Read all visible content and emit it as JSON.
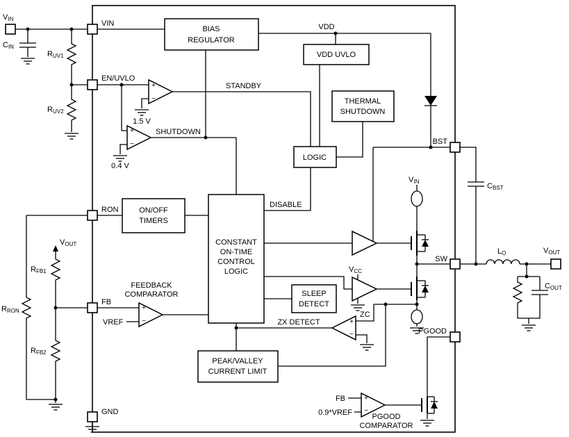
{
  "diagram": {
    "pins": {
      "vin": "VIN",
      "en_uvlo": "EN/UVLO",
      "ron": "RON",
      "fb": "FB",
      "gnd": "GND",
      "bst": "BST",
      "sw": "SW",
      "pgood": "PGOOD"
    },
    "blocks": {
      "bias1": "BIAS",
      "bias2": "REGULATOR",
      "vdd_uvlo": "VDD UVLO",
      "thermal1": "THERMAL",
      "thermal2": "SHUTDOWN",
      "logic": "LOGIC",
      "timers1": "ON/OFF",
      "timers2": "TIMERS",
      "cot1": "CONSTANT",
      "cot2": "ON-TIME",
      "cot3": "CONTROL",
      "cot4": "LOGIC",
      "sleep1": "SLEEP",
      "sleep2": "DETECT",
      "ilim1": "PEAK/VALLEY",
      "ilim2": "CURRENT LIMIT"
    },
    "signals": {
      "vdd": "VDD",
      "standby": "STANDBY",
      "shutdown": "SHUTDOWN",
      "disable": "DISABLE",
      "zc": "ZC",
      "vref": "VREF",
      "fb": "FB",
      "vref_09": "0.9*VREF",
      "ref_1v5": "1.5 V",
      "ref_0v4": "0.4 V"
    },
    "captions": {
      "fbcomp1": "FEEDBACK",
      "fbcomp2": "COMPARATOR",
      "zx": "ZX DETECT",
      "pgcomp1": "PGOOD",
      "pgcomp2": "COMPARATOR"
    },
    "components": {
      "vin_term": {
        "main": "V",
        "sub": "IN"
      },
      "cin": {
        "main": "C",
        "sub": "IN"
      },
      "ruv1": {
        "main": "R",
        "sub": "UV1"
      },
      "ruv2": {
        "main": "R",
        "sub": "UV2"
      },
      "rron": {
        "main": "R",
        "sub": "RON"
      },
      "rfb1": {
        "main": "R",
        "sub": "FB1"
      },
      "rfb2": {
        "main": "R",
        "sub": "FB2"
      },
      "vout_tap": {
        "main": "V",
        "sub": "OUT"
      },
      "vin_src": {
        "main": "V",
        "sub": "IN"
      },
      "vcc": {
        "main": "V",
        "sub": "CC"
      },
      "cbst": {
        "main": "C",
        "sub": "BST"
      },
      "lo": {
        "main": "L",
        "sub": "O"
      },
      "cout": {
        "main": "C",
        "sub": "OUT"
      },
      "vout_term": {
        "main": "V",
        "sub": "OUT"
      }
    },
    "sym": {
      "plus": "+",
      "minus": "−"
    },
    "colors": {
      "line": "#000000",
      "background": "#ffffff"
    }
  }
}
